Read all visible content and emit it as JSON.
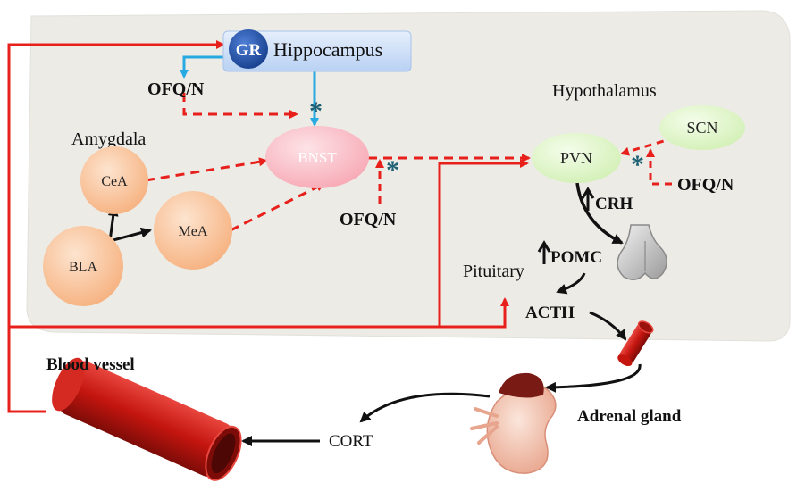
{
  "colors": {
    "brain_bg": "#ecebe6",
    "red": "#e8201c",
    "blue": "#27a9e1",
    "black": "#111111",
    "asterisk": "#1f6275",
    "pink_node": "#f9b8c2",
    "orange_node": "#f8c39a",
    "green_node": "#def5c7",
    "hippo_box": "#cfe0f7",
    "gr_circle": "#1d4ea8",
    "vessel": "#c4150f",
    "kidney": "#f4c7b5",
    "adrenal": "#7a1a14"
  },
  "labels": {
    "gr": "GR",
    "hippocampus": "Hippocampus",
    "hypothalamus": "Hypothalamus",
    "amygdala": "Amygdala",
    "bnst": "BNST",
    "cea": "CeA",
    "mea": "MeA",
    "bla": "BLA",
    "pvn": "PVN",
    "scn": "SCN",
    "ofqn_1": "OFQ/N",
    "ofqn_2": "OFQ/N",
    "ofqn_3": "OFQ/N",
    "crh": "CRH",
    "pomc": "POMC",
    "pituitary": "Pituitary",
    "acth": "ACTH",
    "blood_vessel": "Blood vessel",
    "adrenal_gland": "Adrenal gland",
    "cort": "CORT",
    "asterisk": "*"
  }
}
